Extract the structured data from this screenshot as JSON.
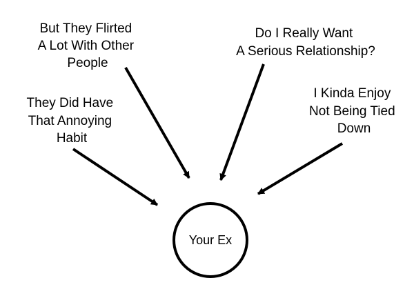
{
  "diagram": {
    "center": {
      "label": "Your Ex"
    },
    "thoughts": [
      {
        "lines": [
          "They Did Have",
          "That Annoying",
          "Habit"
        ]
      },
      {
        "lines": [
          "But They Flirted",
          "A Lot With Other",
          "People"
        ]
      },
      {
        "lines": [
          "Do I Really Want",
          "A Serious Relationship?"
        ]
      },
      {
        "lines": [
          "I Kinda Enjoy",
          "Not Being Tied",
          "Down"
        ]
      }
    ]
  },
  "colors": {
    "ink": "#000000",
    "background": "#ffffff"
  }
}
